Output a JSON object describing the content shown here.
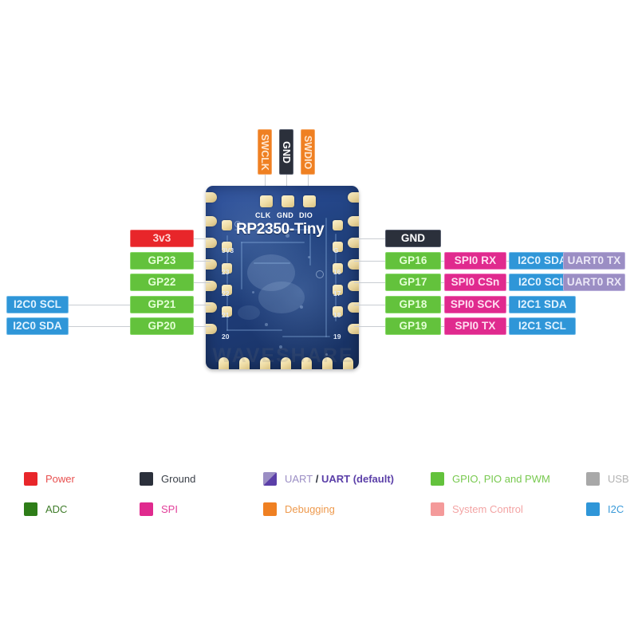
{
  "board": {
    "title": "RP2350-Tiny",
    "watermark": "WAVESHARE",
    "silk_top": [
      "CLK",
      "GND",
      "DIO"
    ],
    "silk_left": [
      "3V3",
      "23",
      "22",
      "21",
      "20"
    ],
    "silk_right": [
      "G",
      "16",
      "17",
      "18",
      "19"
    ]
  },
  "top_tags": [
    {
      "label": "SWCLK",
      "type": "debug"
    },
    {
      "label": "GND",
      "type": "ground"
    },
    {
      "label": "SWDIO",
      "type": "debug"
    }
  ],
  "left_pins": [
    {
      "name": "3v3",
      "type": "power",
      "functions": []
    },
    {
      "name": "GP23",
      "type": "gpio",
      "functions": []
    },
    {
      "name": "GP22",
      "type": "gpio",
      "functions": []
    },
    {
      "name": "GP21",
      "type": "gpio",
      "functions": [
        {
          "label": "I2C0 SCL",
          "type": "i2c"
        }
      ]
    },
    {
      "name": "GP20",
      "type": "gpio",
      "functions": [
        {
          "label": "I2C0 SDA",
          "type": "i2c"
        }
      ]
    }
  ],
  "right_pins": [
    {
      "name": "GND",
      "type": "ground",
      "functions": []
    },
    {
      "name": "GP16",
      "type": "gpio",
      "functions": [
        {
          "label": "SPI0 RX",
          "type": "spi"
        },
        {
          "label": "I2C0 SDA",
          "type": "i2c"
        },
        {
          "label": "UART0 TX",
          "type": "uart"
        }
      ]
    },
    {
      "name": "GP17",
      "type": "gpio",
      "functions": [
        {
          "label": "SPI0 CSn",
          "type": "spi"
        },
        {
          "label": "I2C0 SCL",
          "type": "i2c"
        },
        {
          "label": "UART0 RX",
          "type": "uart"
        }
      ]
    },
    {
      "name": "GP18",
      "type": "gpio",
      "functions": [
        {
          "label": "SPI0 SCK",
          "type": "spi"
        },
        {
          "label": "I2C1 SDA",
          "type": "i2c"
        }
      ]
    },
    {
      "name": "GP19",
      "type": "gpio",
      "functions": [
        {
          "label": "SPI0 TX",
          "type": "spi"
        },
        {
          "label": "I2C1 SCL",
          "type": "i2c"
        }
      ]
    }
  ],
  "legend": {
    "items": [
      {
        "label": "Power",
        "swatch": "#e8262a",
        "text_color": "#e8504f",
        "style": "solid",
        "col": 0,
        "row": 0
      },
      {
        "label": "Ground",
        "swatch": "#2b303b",
        "text_color": "#3b4049",
        "style": "solid",
        "col": 1,
        "row": 0
      },
      {
        "label": "UART / UART (default)",
        "swatch": "#5b3fa8",
        "text_color": "#9b8ec4",
        "style": "split",
        "col": 2,
        "row": 0
      },
      {
        "label": "GPIO, PIO and PWM",
        "swatch": "#63c23c",
        "text_color": "#78c94f",
        "style": "solid",
        "col": 3,
        "row": 0
      },
      {
        "label": "USB",
        "swatch": "#a8a8a8",
        "text_color": "#b2b2b2",
        "style": "solid",
        "col": 4,
        "row": 0
      },
      {
        "label": "ADC",
        "swatch": "#2e7d18",
        "text_color": "#3f7c2a",
        "style": "solid",
        "col": 0,
        "row": 1
      },
      {
        "label": "SPI",
        "swatch": "#e02a8e",
        "text_color": "#e23f9a",
        "style": "solid",
        "col": 1,
        "row": 1
      },
      {
        "label": "Debugging",
        "swatch": "#ef8022",
        "text_color": "#ee9a4e",
        "style": "solid",
        "col": 2,
        "row": 1
      },
      {
        "label": "System Control",
        "swatch": "#f49a9a",
        "text_color": "#f3a4a4",
        "style": "solid",
        "col": 3,
        "row": 1
      },
      {
        "label": "I2C",
        "swatch": "#2f96d8",
        "text_color": "#3a9ad9",
        "style": "solid",
        "col": 4,
        "row": 1
      }
    ],
    "uart_parts": {
      "a": "UART",
      "slash": "/",
      "b": "UART (default)"
    }
  }
}
